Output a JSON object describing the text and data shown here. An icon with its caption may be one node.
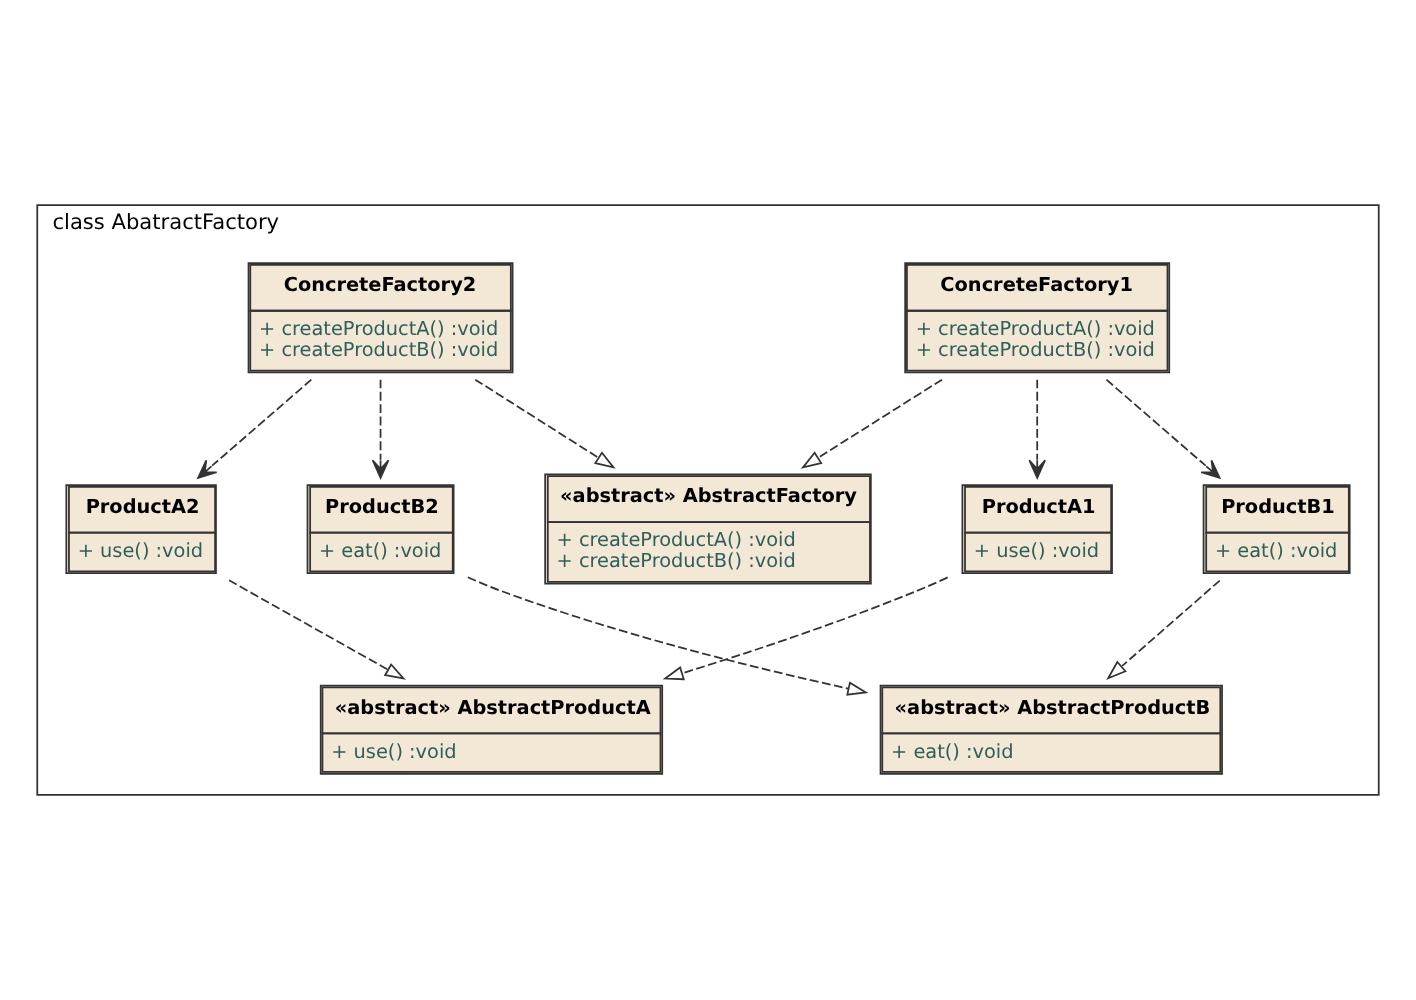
{
  "diagram": {
    "nodes": [
      {
        "text": [
          "class AbatractFactory"
        ]
      },
      {
        "text": [
          "«abstract» AbstractFactory",
          "+ createProductA() :void",
          "+ createProductB() :void"
        ],
        "in": 0
      },
      {
        "text": [
          "«abstract» AbstractProductA",
          "+ use() :void"
        ],
        "in": 0
      },
      {
        "text": [
          "ProductA2",
          "+ use() :void"
        ],
        "in": 0
      },
      {
        "text": [
          "ProductA1",
          "+ use() :void"
        ],
        "in": 0
      },
      {
        "text": [
          "ConcreteFactory1",
          "+ createProductA() :void",
          "+ createProductB() :void"
        ],
        "in": 0
      },
      {
        "text": [
          "ConcreteFactory2",
          "+ createProductA() :void",
          "+ createProductB() :void"
        ],
        "in": 0
      },
      {
        "text": [
          "«abstract» AbstractProductB",
          "+ eat() :void"
        ],
        "in": 0
      },
      {
        "text": [
          "ProductB2",
          "+ eat() :void"
        ],
        "in": 0
      },
      {
        "text": [
          "ProductB1",
          "+ eat() :void"
        ],
        "in": 0
      }
    ],
    "edges": [
      {
        "from": 5,
        "to": 1,
        "arrow": "to",
        "style": "dashed"
      },
      {
        "from": 6,
        "to": 1,
        "arrow": "to",
        "style": "dashed"
      },
      {
        "from": 3,
        "to": 2,
        "arrow": "to",
        "style": "dashed"
      },
      {
        "from": 4,
        "to": 2,
        "arrow": "to",
        "style": "dashed"
      },
      {
        "from": 6,
        "to": 3,
        "arrow": "to",
        "style": "dashed"
      },
      {
        "from": 8,
        "to": 7,
        "arrow": "to",
        "style": "dashed"
      },
      {
        "from": 9,
        "to": 7,
        "arrow": "to",
        "style": "dashed"
      },
      {
        "from": 6,
        "to": 8,
        "arrow": "to",
        "style": "dashed"
      },
      {
        "from": 5,
        "to": 4,
        "arrow": "to",
        "style": "dashed"
      },
      {
        "from": 5,
        "to": 9,
        "arrow": "to",
        "style": "dashed"
      }
    ]
  }
}
